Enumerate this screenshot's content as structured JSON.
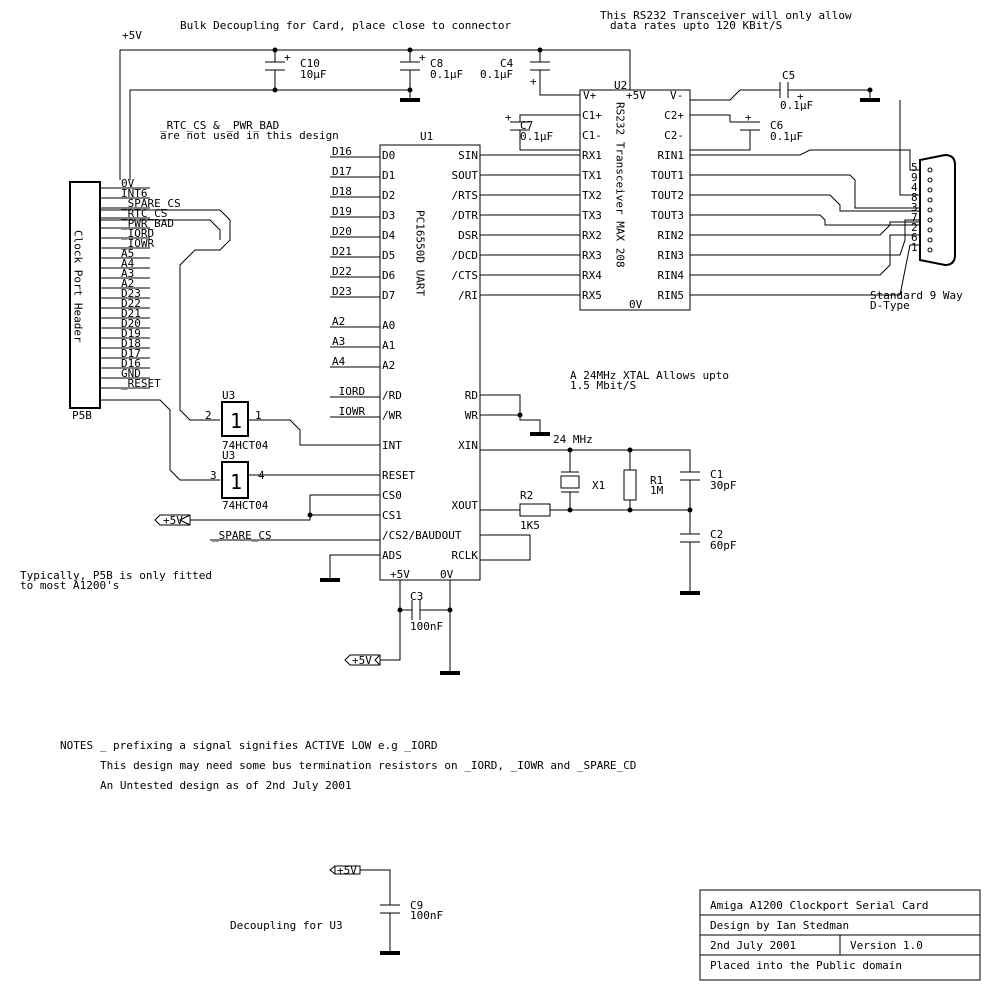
{
  "notes": {
    "bulk": "Bulk Decoupling for Card, place close to connector",
    "rs232_1": "This RS232 Transceiver will only allow",
    "rs232_2": "data rates upto 120 KBit/S",
    "rtc_1": "_RTC_CS & _PWR_BAD",
    "rtc_2": "are not used in this design",
    "xtal_1": "A 24MHz XTAL Allows upto",
    "xtal_2": "1.5 Mbit/S",
    "p5b_1": "Typically, P5B is only fitted",
    "p5b_2": "to most A1200's",
    "notes_1": "NOTES _ prefixing a signal signifies ACTIVE LOW e.g _IORD",
    "notes_2": "This design may need some bus termination resistors on _IORD, _IOWR and _SPARE_CD",
    "notes_3": "An Untested design as of 2nd July 2001",
    "dec_u3": "Decoupling for U3"
  },
  "rails": {
    "vcc": "+5V",
    "gnd": "0V"
  },
  "header": {
    "title": "Clock Port Header",
    "ref": "P5B",
    "pins": [
      "0V",
      "INT6",
      "_SPARE_CS",
      "_RTC_CS",
      "_PWR_BAD",
      "_IORD",
      "_IOWR",
      "A5",
      "A4",
      "A3",
      "A2",
      "D23",
      "D22",
      "D21",
      "D20",
      "D19",
      "D18",
      "D17",
      "D16",
      "GND",
      "_RESET"
    ]
  },
  "u1": {
    "ref": "U1",
    "part": "PC16550D UART",
    "left_pins": [
      "D0",
      "D1",
      "D2",
      "D3",
      "D4",
      "D5",
      "D6",
      "D7",
      "A0",
      "A1",
      "A2",
      "/RD",
      "/WR",
      "INT",
      "RESET",
      "CS0",
      "CS1",
      "/CS2/BAUDOUT",
      "ADS"
    ],
    "right_pins": [
      "SIN",
      "SOUT",
      "/RTS",
      "/DTR",
      "DSR",
      "/DCD",
      "/CTS",
      "/RI",
      "RD",
      "WR",
      "XIN",
      "XOUT",
      "RCLK"
    ],
    "bottom_pins": [
      "+5V",
      "0V"
    ],
    "nets": [
      "D16",
      "D17",
      "D18",
      "D19",
      "D20",
      "D21",
      "D22",
      "D23",
      "A2",
      "A3",
      "A4",
      "_IORD",
      "_IOWR",
      "_SPARE_CS"
    ]
  },
  "u2": {
    "ref": "U2",
    "part": "RS232 Transceiver MAX 208",
    "top_pins": [
      "V+",
      "+5V",
      "V-"
    ],
    "left_pins": [
      "C1+",
      "C1-",
      "RX1",
      "TX1",
      "TX2",
      "TX3",
      "RX2",
      "RX3",
      "RX4",
      "RX5"
    ],
    "right_pins": [
      "C2+",
      "C2-",
      "RIN1",
      "TOUT1",
      "TOUT2",
      "TOUT3",
      "RIN2",
      "RIN3",
      "RIN4",
      "RIN5"
    ],
    "bottom_pin": "0V"
  },
  "gates": [
    {
      "ref": "U3",
      "symbol": "1",
      "part": "74HCT04",
      "pin_in": "2",
      "pin_out": "1"
    },
    {
      "ref": "U3",
      "symbol": "1",
      "part": "74HCT04",
      "pin_in": "3",
      "pin_out": "4"
    }
  ],
  "components": {
    "c10": {
      "ref": "C10",
      "val": "10µF"
    },
    "c8": {
      "ref": "C8",
      "val": "0.1µF"
    },
    "c4": {
      "ref": "C4",
      "val": "0.1µF"
    },
    "c7": {
      "ref": "C7",
      "val": "0.1µF"
    },
    "c5": {
      "ref": "C5",
      "val": "0.1µF"
    },
    "c6": {
      "ref": "C6",
      "val": "0.1µF"
    },
    "c1": {
      "ref": "C1",
      "val": "30pF"
    },
    "c2": {
      "ref": "C2",
      "val": "60pF"
    },
    "c3": {
      "ref": "C3",
      "val": "100nF"
    },
    "c9": {
      "ref": "C9",
      "val": "100nF"
    },
    "r1": {
      "ref": "R1",
      "val": "1M"
    },
    "r2": {
      "ref": "R2",
      "val": "1K5"
    },
    "x1": {
      "ref": "X1",
      "val": "24 MHz"
    }
  },
  "dtype": {
    "label_1": "Standard 9 Way",
    "label_2": "D-Type",
    "pins": [
      "5",
      "9",
      "4",
      "8",
      "3",
      "7",
      "2",
      "6",
      "1"
    ]
  },
  "titleblock": {
    "title": "Amiga A1200 Clockport Serial Card",
    "designer": "Design by Ian Stedman",
    "date": "2nd July 2001",
    "version": "Version 1.0",
    "license": "Placed into the Public domain"
  }
}
